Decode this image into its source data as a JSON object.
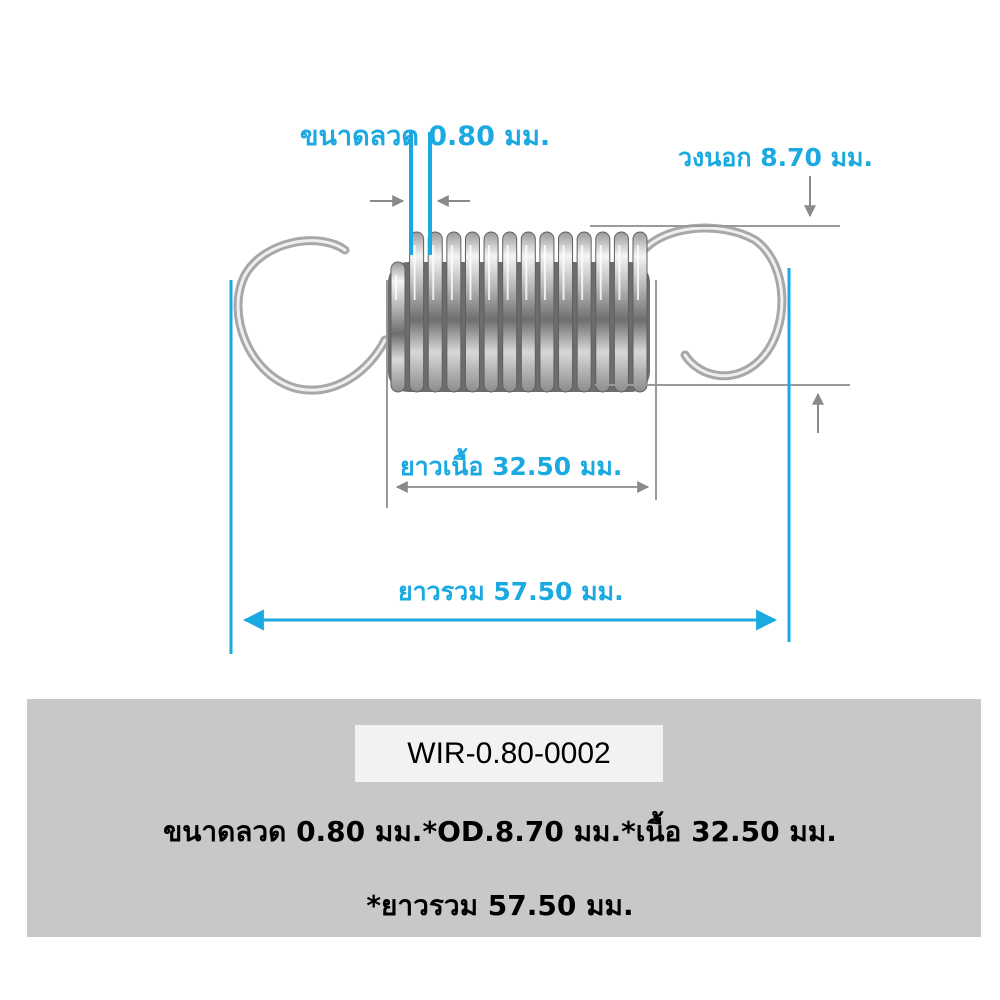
{
  "diagram": {
    "wire_label": "ขนาดลวด 0.80 มม.",
    "outer_label": "วงนอก 8.70 มม.",
    "body_label": "ยาวเนื้อ 32.50 มม.",
    "total_label": "ยาวรวม 57.50 มม."
  },
  "colors": {
    "accent": "#1aa9e0",
    "dim_gray": "#8a8a8a",
    "panel": "#c8c8c8",
    "code_bg": "#f2f2f2"
  },
  "spec": {
    "code": "WIR-0.80-0002",
    "line1": "ขนาดลวด 0.80 มม.*OD.8.70 มม.*เนื้อ 32.50 มม.",
    "line2": "*ยาวรวม 57.50 มม."
  },
  "icons": [
    "extension-spring-image",
    "dimension-arrow-icon"
  ]
}
